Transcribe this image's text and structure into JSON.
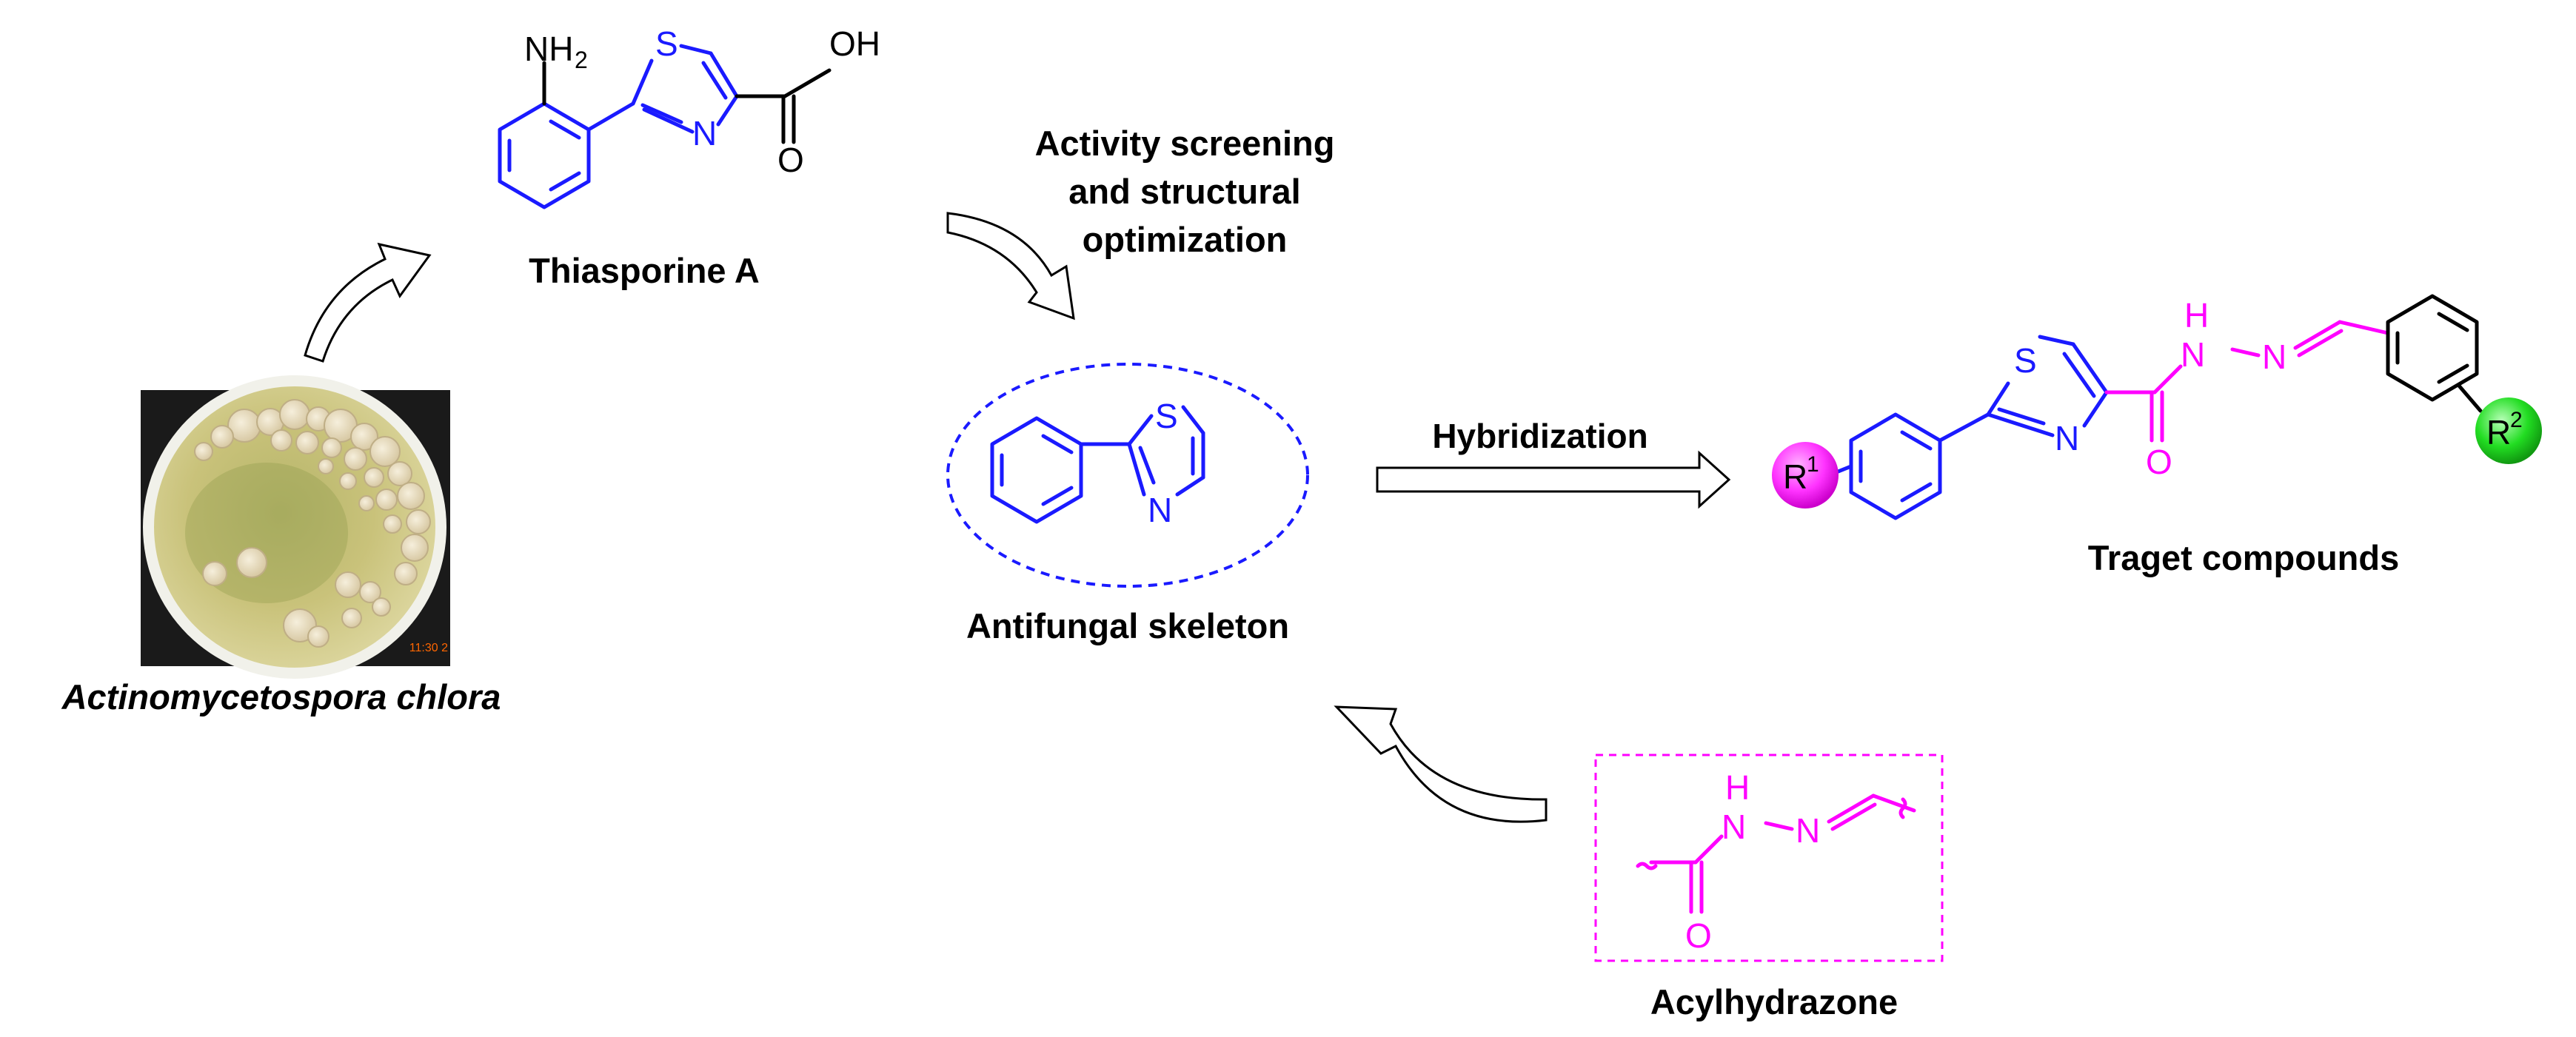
{
  "title": "",
  "colors": {
    "skeleton": "#1a1aff",
    "hydrazone": "#ff00ff",
    "black": "#000000",
    "r1_ball": "#ff33ff",
    "r2_ball": "#22dd22",
    "agar": "#c9c27a",
    "dish_rim": "#e8e8e0"
  },
  "labels": {
    "organism": "Actinomycetospora chlora",
    "natural_product": "Thiasporine A",
    "step1_line1": "Activity screening",
    "step1_line2": "and structural",
    "step1_line3": "optimization",
    "skeleton": "Antifungal skeleton",
    "hybridization": "Hybridization",
    "targets": "Traget compounds",
    "acylhydrazone": "Acylhydrazone",
    "photo_timestamp": "11:30 2"
  },
  "atoms": {
    "nh2_n": "NH",
    "nh2_sub": "2",
    "s": "S",
    "n": "N",
    "oh": "OH",
    "o": "O",
    "h": "H",
    "r": "R",
    "r1_sup": "1",
    "r2_sup": "2"
  },
  "icons": [
    "curved-arrow-icon",
    "open-arrow-icon",
    "petri-dish-photo"
  ]
}
